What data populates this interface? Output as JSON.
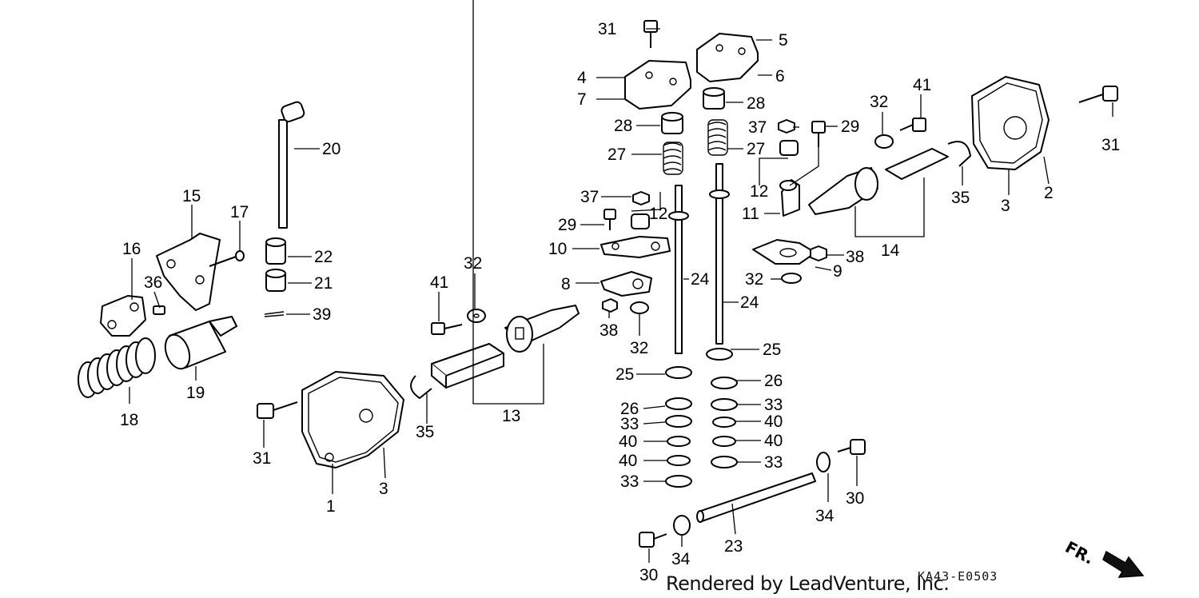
{
  "footer": {
    "credit": "Rendered by LeadVenture, Inc.",
    "code": "KA43-E0503",
    "direction_label": "FR."
  },
  "callouts": [
    "1",
    "2",
    "3",
    "3",
    "4",
    "5",
    "6",
    "7",
    "8",
    "9",
    "10",
    "11",
    "12",
    "12",
    "13",
    "14",
    "15",
    "16",
    "17",
    "18",
    "19",
    "20",
    "21",
    "22",
    "23",
    "24",
    "24",
    "25",
    "25",
    "26",
    "26",
    "27",
    "27",
    "28",
    "28",
    "29",
    "29",
    "30",
    "30",
    "31",
    "31",
    "31",
    "32",
    "32",
    "32",
    "32",
    "33",
    "33",
    "33",
    "33",
    "34",
    "34",
    "35",
    "35",
    "36",
    "37",
    "37",
    "38",
    "38",
    "39",
    "40",
    "40",
    "40",
    "40",
    "41",
    "41"
  ]
}
